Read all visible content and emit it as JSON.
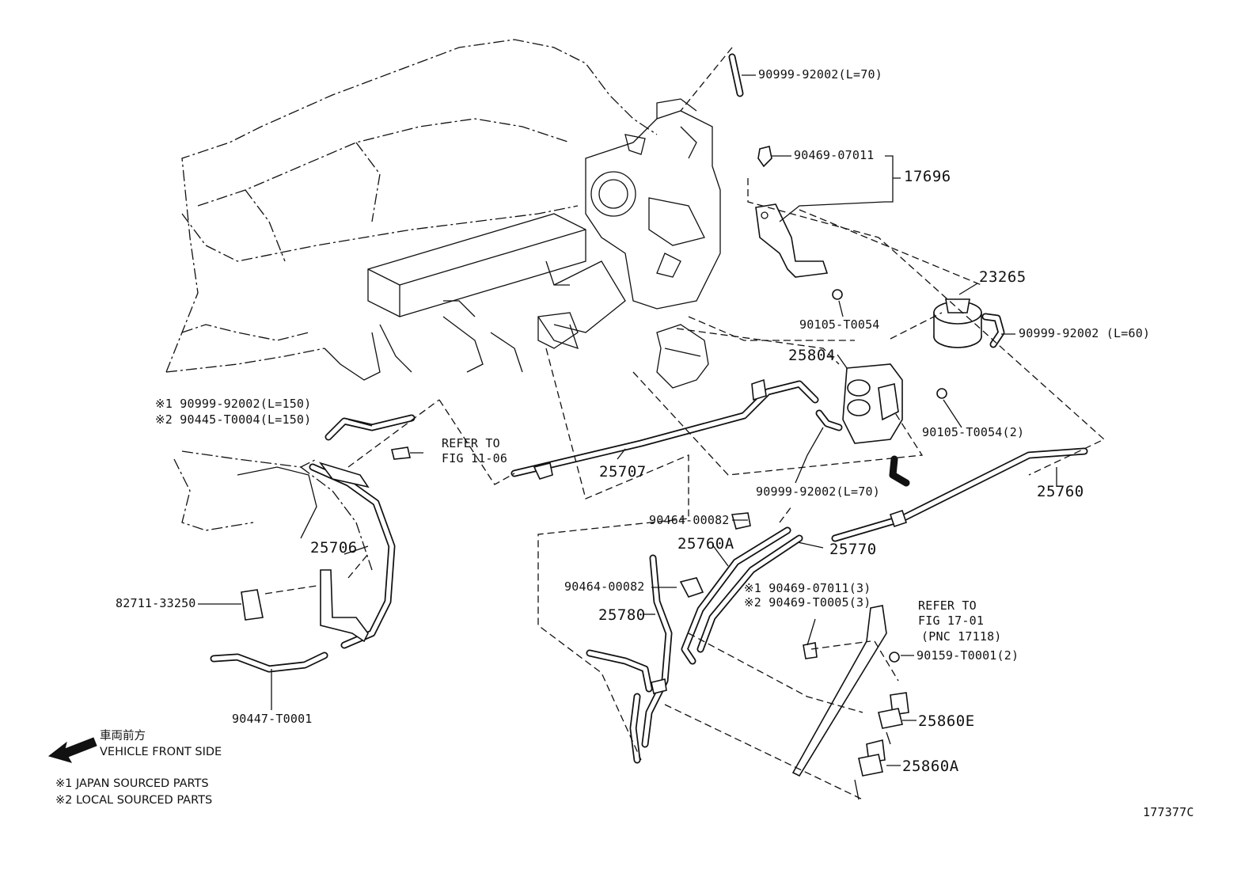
{
  "labels": {
    "hose_top": "90999-92002(L=70)",
    "clip_top": "90469-07011",
    "bracket_17696": "17696",
    "bolt_upper": "90105-T0054",
    "filter_23265": "23265",
    "hose_l60": "90999-92002 (L=60)",
    "vsv_25804": "25804",
    "bolt_25804": "90105-T0054(2)",
    "hose_mid_l70": "90999-92002(L=70)",
    "pipe_25760": "25760",
    "pipe_25707": "25707",
    "refer_11_06_a": "REFER TO",
    "refer_11_06_b": "FIG 11-06",
    "hose_l150_j": "※1 90999-92002(L=150)",
    "hose_l150_l": "※2 90445-T0004(L=150)",
    "pipe_25706": "25706",
    "label_82711": "82711-33250",
    "hose_bottom": "90447-T0001",
    "clamp_upper": "90464-00082",
    "pipe_25760a": "25760A",
    "pipe_25770": "25770",
    "clamp_lower": "90464-00082",
    "pipe_25780": "25780",
    "clip_j": "※1 90469-07011(3)",
    "clip_l": "※2 90469-T0005(3)",
    "refer_17_01_a": "REFER TO",
    "refer_17_01_b": "FIG 17-01",
    "refer_17_01_c": "(PNC 17118)",
    "bolt_90159": "90159-T0001(2)",
    "vsv_25860e": "25860E",
    "vsv_25860a": "25860A",
    "diagram_id": "177377C"
  },
  "legend": {
    "front_jp": "車両前方",
    "front_en": "VEHICLE FRONT SIDE",
    "note1": "※1 JAPAN SOURCED PARTS",
    "note2": "※2 LOCAL SOURCED PARTS"
  }
}
